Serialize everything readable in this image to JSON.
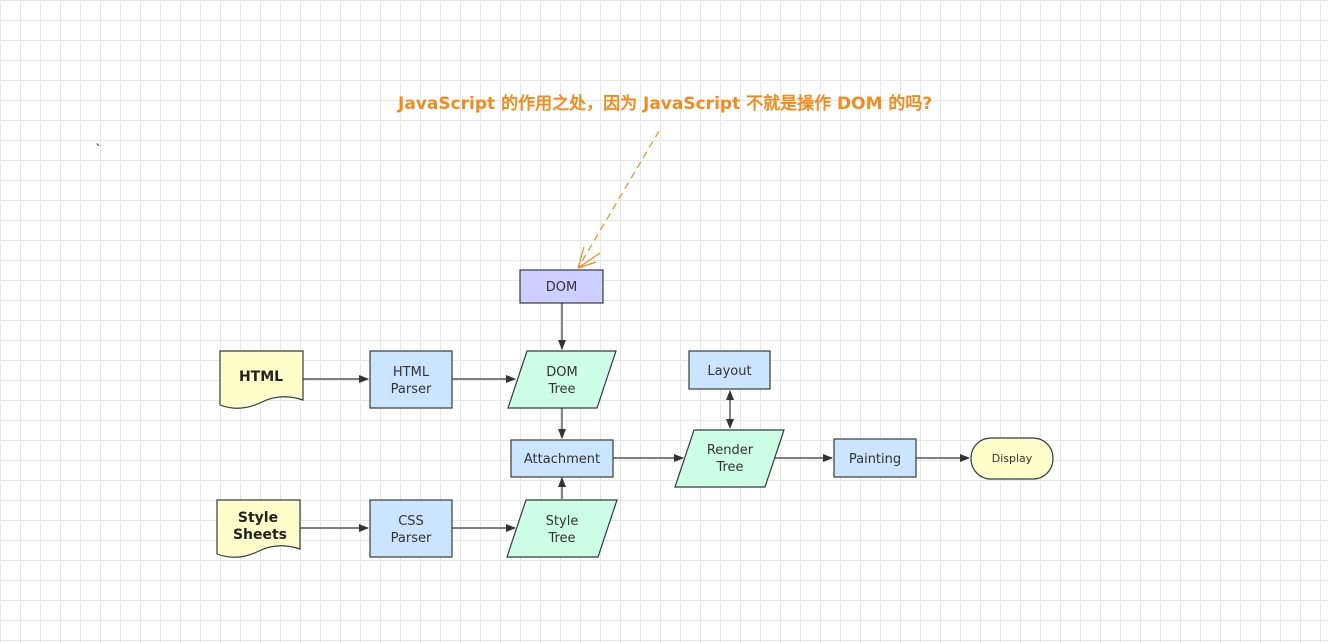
{
  "annotation": {
    "text": "JavaScript 的作用之处，因为 JavaScript 不就是操作 DOM 的吗?",
    "color": "#f08c1e"
  },
  "stray_mark": "`",
  "nodes": {
    "dom": {
      "label": "DOM"
    },
    "html": {
      "label": "HTML"
    },
    "html_parser": {
      "line1": "HTML",
      "line2": "Parser"
    },
    "dom_tree": {
      "line1": "DOM",
      "line2": "Tree"
    },
    "attachment": {
      "label": "Attachment"
    },
    "layout": {
      "label": "Layout"
    },
    "render_tree": {
      "line1": "Render",
      "line2": "Tree"
    },
    "painting": {
      "label": "Painting"
    },
    "display": {
      "label": "Display"
    },
    "style_sheets": {
      "line1": "Style",
      "line2": "Sheets"
    },
    "css_parser": {
      "line1": "CSS",
      "line2": "Parser"
    },
    "style_tree": {
      "line1": "Style",
      "line2": "Tree"
    }
  },
  "colors": {
    "process_fill": "#cce5ff",
    "dom_fill": "#cccfff",
    "tree_fill": "#ccffe6",
    "doc_fill": "#ffffcc",
    "stroke": "#36393d",
    "arrow": "#333333"
  }
}
